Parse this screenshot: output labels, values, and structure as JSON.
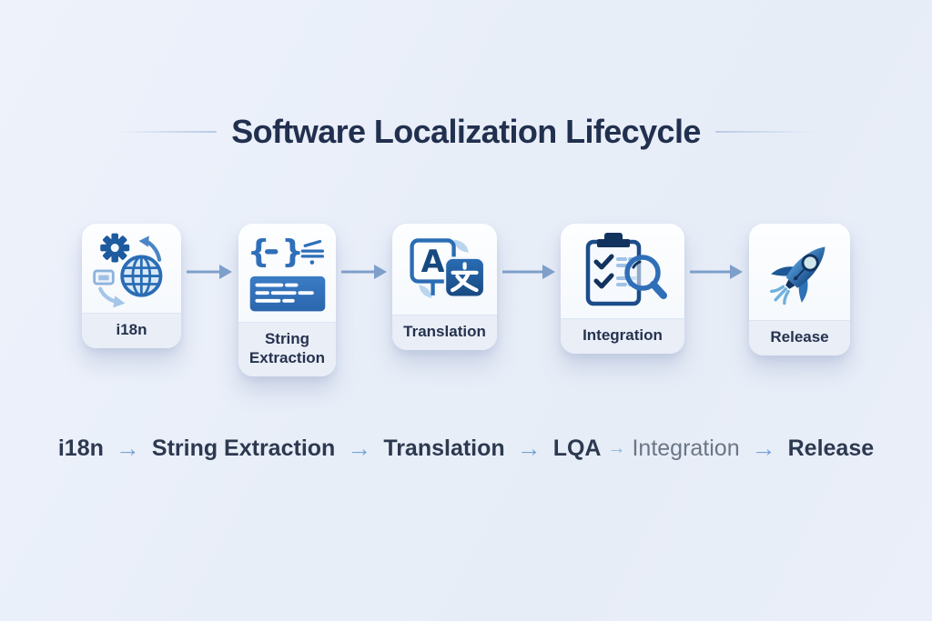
{
  "title": "Software Localization Lifecycle",
  "cards": [
    {
      "label": "i18n",
      "icon": "gear-globe-icon"
    },
    {
      "label": "String Extraction",
      "icon": "code-braces-icon"
    },
    {
      "label": "Translation",
      "icon": "translate-icon"
    },
    {
      "label": "Integration",
      "icon": "clipboard-search-icon"
    },
    {
      "label": "Release",
      "icon": "rocket-icon"
    }
  ],
  "flow": {
    "arrow": "→",
    "steps": [
      {
        "label": "i18n",
        "emphasis": "dark"
      },
      {
        "label": "String Extraction",
        "emphasis": "dark"
      },
      {
        "label": "Translation",
        "emphasis": "dark"
      },
      {
        "label": "LQA",
        "emphasis": "dark"
      },
      {
        "label": "Integration",
        "emphasis": "muted"
      },
      {
        "label": "Release",
        "emphasis": "dark"
      }
    ]
  },
  "colors": {
    "background": "#e9eef8",
    "title_text": "#22304f",
    "card_background": "#fdfeff",
    "card_label_strip": "#e9eef7",
    "card_label_text": "#26334f",
    "icon_blue": "#2f6fb8",
    "icon_navy": "#17345f",
    "icon_light_blue": "#a9c6e8",
    "arrow": "#7e9fca",
    "flow_text": "#2c3950",
    "flow_muted_text": "#6b7686"
  }
}
